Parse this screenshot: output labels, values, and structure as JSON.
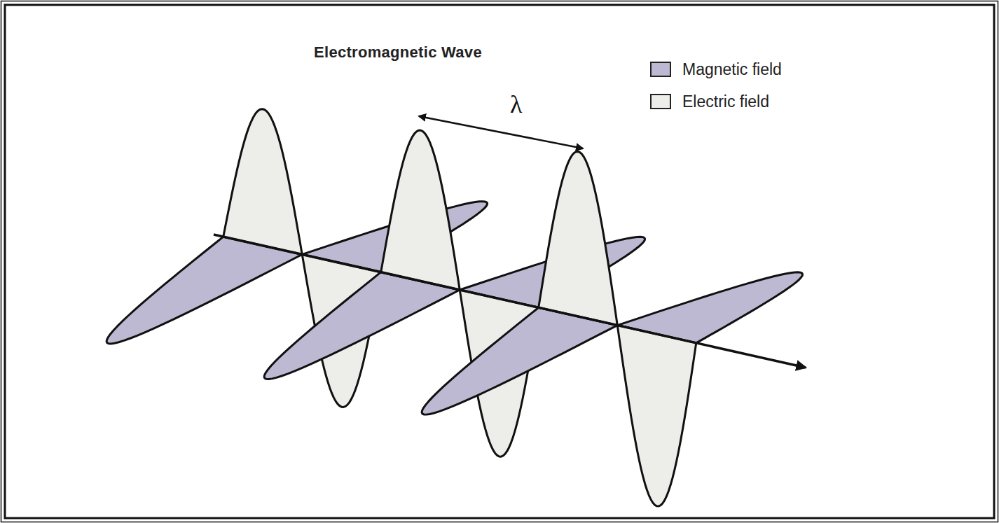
{
  "diagram": {
    "title": "Electromagnetic Wave",
    "labels": [
      "λ"
    ],
    "legend": [
      {
        "text": "Magnetic field",
        "color": "#bdb9d2"
      },
      {
        "text": "Electric field",
        "color": "#ededea"
      }
    ]
  }
}
